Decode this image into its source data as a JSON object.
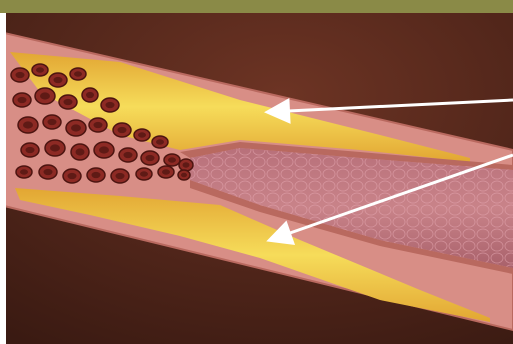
{
  "image": {
    "subject": "artery-cross-section",
    "colors": {
      "top_band": "#8a8a47",
      "background_dark": "#3a1a12",
      "background_mid": "#6d3424",
      "vessel_wall": "#d88e86",
      "vessel_wall_dark": "#b9695f",
      "lumen": "#c98389",
      "plaque_light": "#f6dc5a",
      "plaque_dark": "#e2a633",
      "blood_cell": "#8d2a24",
      "blood_cell_dark": "#4c1410",
      "arrow": "#ffffff"
    },
    "arrows": [
      {
        "name": "upper-plaque-arrow",
        "points_to": "upper-plaque-deposit"
      },
      {
        "name": "lower-plaque-arrow",
        "points_to": "lower-plaque-deposit"
      }
    ]
  }
}
